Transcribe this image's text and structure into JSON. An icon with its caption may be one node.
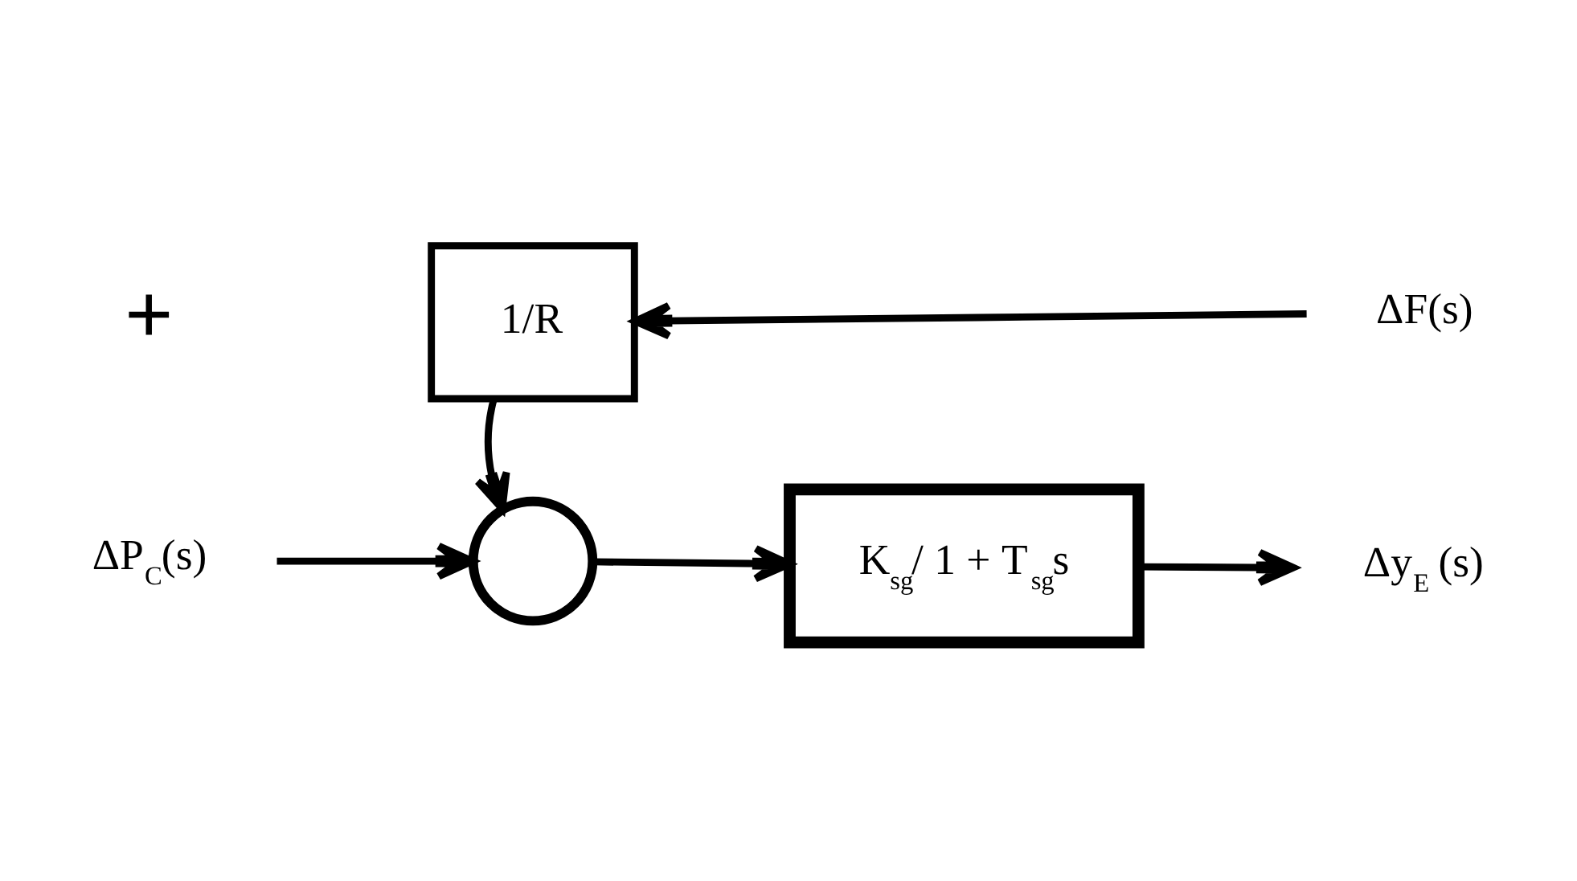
{
  "diagram": {
    "nodes": [
      {
        "text": [
          "ΔP$_{C}$(s)"
        ]
      },
      {
        "text": [],
        "shape": "circle"
      },
      {
        "text": [
          "K$_{sg}$/ 1 + T$_{sg}$s"
        ]
      },
      {
        "text": [
          "Δy$_{E}$ (s)"
        ]
      },
      {
        "text": [
          "1/R"
        ]
      },
      {
        "text": [
          "ΔF(s)"
        ]
      }
    ],
    "edges": [
      {
        "from": 0,
        "to": 1,
        "arrow": "to"
      },
      {
        "from": 1,
        "to": 2,
        "arrow": "to"
      },
      {
        "from": 2,
        "to": 3,
        "arrow": "to"
      },
      {
        "from": 5,
        "to": 4,
        "arrow": "to"
      },
      {
        "from": 4,
        "to": 1,
        "arrow": "to"
      }
    ],
    "labels": [
      "+"
    ]
  }
}
